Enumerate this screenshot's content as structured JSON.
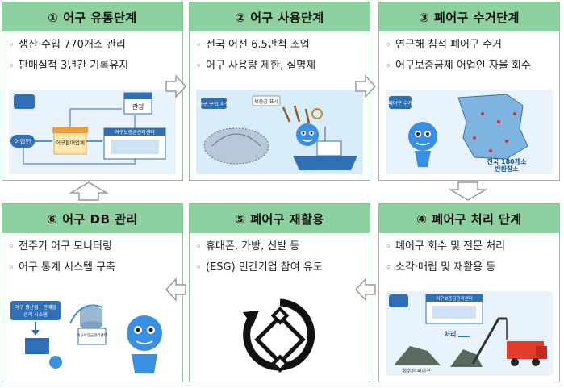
{
  "steps": [
    {
      "title": "① 어구 유통단계",
      "bullets": [
        "생산·수입 770개소 관리",
        "판매실적 3년간 기록유지"
      ],
      "illus": {
        "agency": "관청",
        "fisher": "어업인",
        "dealer": "어구판매업체",
        "center": "어구보증금관리센터"
      }
    },
    {
      "title": "② 어구 사용단계",
      "bullets": [
        "전국 어선 6.5만척 조업",
        "어구 사용량 제한, 실명제"
      ],
      "illus": {
        "tag": "어구 구입 사용",
        "sub": "보증금 표시"
      }
    },
    {
      "title": "③ 폐어구 수거단계",
      "bullets": [
        "연근해 침적 폐어구 수거",
        "어구보증금제 어업인 자율 회수"
      ],
      "illus": {
        "tag": "폐어구 수거",
        "caption_line1": "전국 180개소",
        "caption_line2": "반환장소"
      }
    },
    {
      "title": "⑥ 어구 DB 관리",
      "bullets": [
        "전주기 어구 모니터링",
        "어구 통계 시스템 구축"
      ],
      "illus": {
        "system_line1": "어구 생산업 · 판매업",
        "system_line2": "관리 시스템",
        "center": "어구보증금관리센터"
      }
    },
    {
      "title": "⑤ 폐어구 재활용",
      "bullets": [
        "휴대폰, 가방, 신발 등",
        "(ESG) 민간기업 참여 유도"
      ]
    },
    {
      "title": "④ 폐어구 처리 단계",
      "bullets": [
        "폐어구 회수 및 전문 처리",
        "소각·매립 및 재활용 등"
      ],
      "illus": {
        "center": "어구보증금관리센터",
        "label": "처리",
        "pile": "회수된 폐어구"
      }
    }
  ],
  "colors": {
    "header": "#8ed1a0",
    "border": "#8fc49a",
    "arrow": "#9a9a9a"
  }
}
